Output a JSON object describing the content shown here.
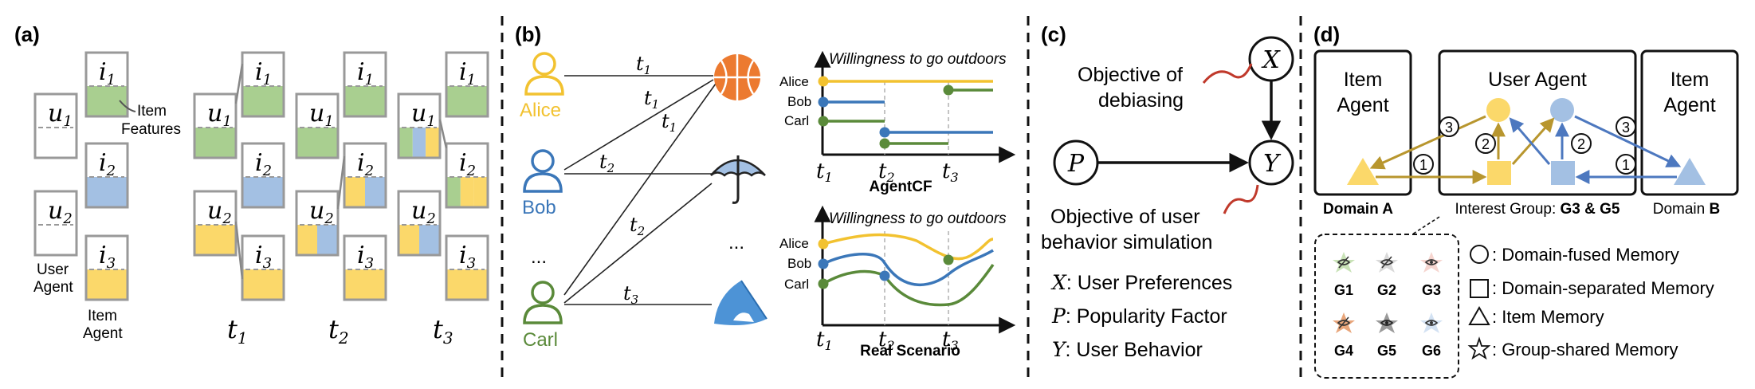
{
  "panel_labels": {
    "a": "(a)",
    "b": "(b)",
    "c": "(c)",
    "d": "(d)"
  },
  "panel_a": {
    "user_base": "u",
    "item_base": "i",
    "sub1": "1",
    "sub2": "2",
    "sub3": "3",
    "item_features_line1": "Item",
    "item_features_line2": "Features",
    "user_agent_line1": "User",
    "user_agent_line2": "Agent",
    "item_agent_line1": "Item",
    "item_agent_line2": "Agent",
    "time_base": "t"
  },
  "panel_b": {
    "users": [
      "Alice",
      "Bob",
      "Carl"
    ],
    "ellipsis": "...",
    "chart_title": "Willingness to go outdoors",
    "chart1_caption": "AgentCF",
    "chart2_caption": "Real Scenario",
    "time_base": "t"
  },
  "panel_c": {
    "node_x": "X",
    "node_p": "P",
    "node_y": "Y",
    "obj_debias_1": "Objective of",
    "obj_debias_2": "debiasing",
    "obj_user_1": "Objective of user",
    "obj_user_2": "behavior simulation",
    "legend_x_sym": "X",
    "legend_x_text": ": User Preferences",
    "legend_p_sym": "P",
    "legend_p_text": ": Popularity Factor",
    "legend_y_sym": "Y",
    "legend_y_text": ": User Behavior"
  },
  "panel_d": {
    "item_agent_left_1": "Item",
    "item_agent_left_2": "Agent",
    "user_agent": "User Agent",
    "item_agent_right_1": "Item",
    "item_agent_right_2": "Agent",
    "domain_a": "Domain A",
    "interest_group": "Interest Group: ",
    "interest_group_bold": "G3 & G5",
    "domain_b_prefix": "Domain ",
    "domain_b_bold": "B",
    "num3": "3",
    "num2": "2",
    "num1": "1",
    "groups": [
      "G1",
      "G2",
      "G3",
      "G4",
      "G5",
      "G6"
    ],
    "legend": [
      ": Domain-fused Memory",
      ": Domain-separated Memory",
      ": Item Memory",
      ": Group-shared Memory"
    ]
  },
  "colors": {
    "green": "#a9cf90",
    "blue": "#a3c0e3",
    "yellow": "#fbd86a",
    "alice": "#f2c230",
    "bob": "#3b77b9",
    "carl": "#5a8a3a",
    "gold_arrow": "#b8962e",
    "blue_arrow": "#4d78bf",
    "red_curve": "#c0392b"
  }
}
